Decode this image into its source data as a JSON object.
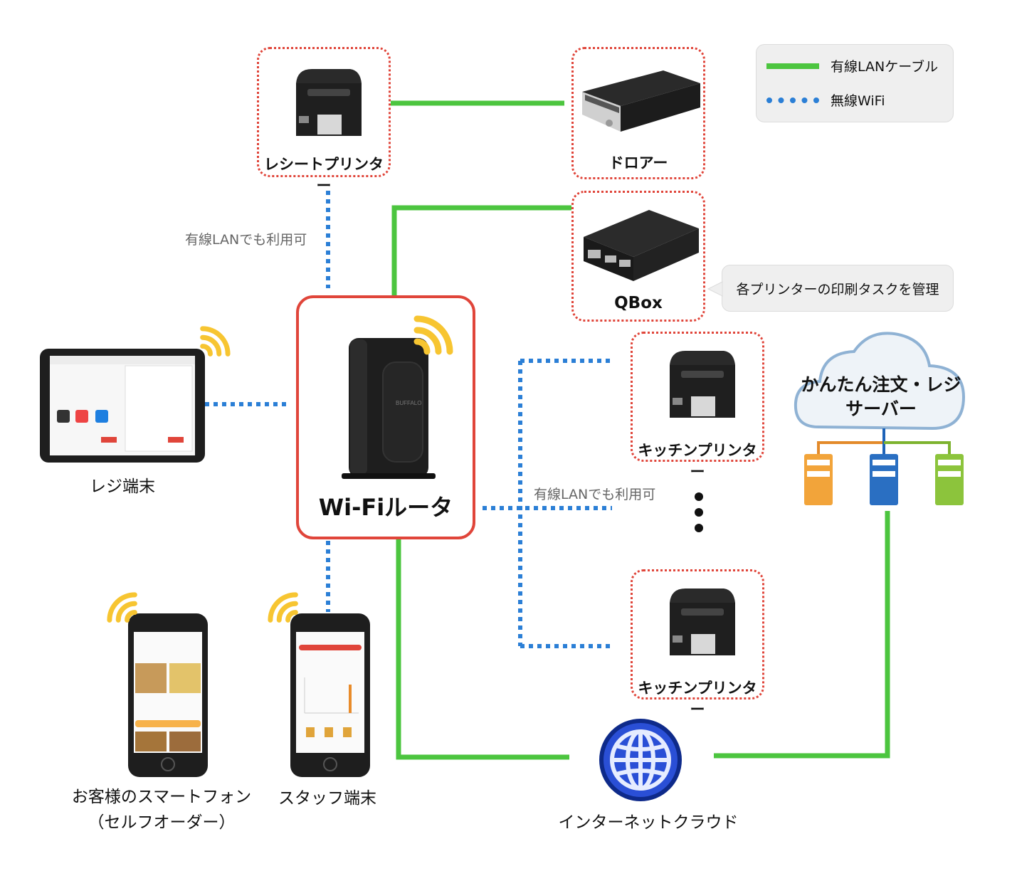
{
  "legend": {
    "wired": "有線LANケーブル",
    "wifi": "無線WiFi"
  },
  "nodes": {
    "receipt_printer": "レシートプリンター",
    "drawer": "ドロアー",
    "qbox": "QBox",
    "qbox_note": "各プリンターの印刷タスクを管理",
    "router": "Wi-Fiルータ",
    "router_brand": "BUFFALO",
    "kitchen_printer_1": "キッチンプリンター",
    "kitchen_printer_2": "キッチンプリンター",
    "server_line1": "かんたん注文・レジ",
    "server_line2": "サーバー",
    "register": "レジ端末",
    "customer_phone_line1": "お客様のスマートフォン",
    "customer_phone_line2": "（セルフオーダー）",
    "staff_phone": "スタッフ端末",
    "internet": "インターネットクラウド"
  },
  "notes": {
    "lan_ok_1": "有線LANでも利用可",
    "lan_ok_2": "有線LANでも利用可"
  },
  "colors": {
    "wired": "#4cc53f",
    "wifi": "#2b7fd6",
    "accent": "#e0453a",
    "signal": "#f7c531"
  },
  "icons": {
    "receipt_printer": "printer-icon",
    "drawer": "cash-drawer-icon",
    "qbox": "mini-computer-icon",
    "router": "wifi-router-icon",
    "server": "cloud-server-icon",
    "internet": "globe-icon",
    "register": "tablet-icon",
    "phone": "smartphone-icon",
    "signal": "wifi-signal-icon"
  }
}
